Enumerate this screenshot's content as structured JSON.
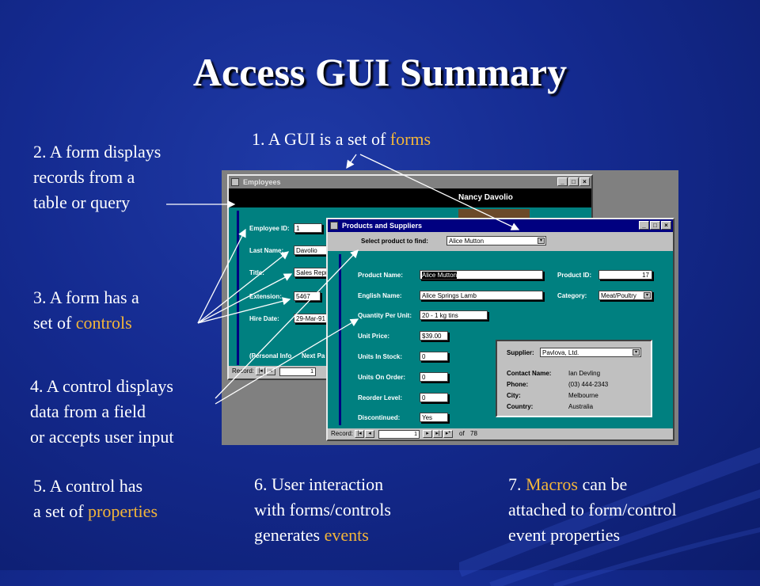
{
  "slide": {
    "title": "Access GUI Summary",
    "points": {
      "p1": {
        "text": "1. A GUI is a set of ",
        "accent": "forms"
      },
      "p2": {
        "line1": "2. A form displays",
        "line2": "records from a",
        "line3": "table or query"
      },
      "p3": {
        "line1": "3. A form has a",
        "line2": "set of ",
        "accent": "controls"
      },
      "p4": {
        "line1": "4. A control displays",
        "line2": "data from a field",
        "line3": "or accepts user input"
      },
      "p5": {
        "line1": "5. A control has",
        "line2": "a set of ",
        "accent": "properties"
      },
      "p6": {
        "line1": "6. User interaction",
        "line2": "with forms/controls",
        "line3": "generates ",
        "accent": "events"
      },
      "p7": {
        "line1_pre": "7. ",
        "line1_accent": "Macros",
        "line1_post": " can be",
        "line2": "attached to form/control",
        "line3": "event properties"
      }
    },
    "colors": {
      "accent": "#f2b53a",
      "background": "#142a8f",
      "form_teal": "#008080",
      "titlebar_active": "#000080"
    }
  },
  "employees_form": {
    "title": "Employees",
    "header_name": "Nancy Davolio",
    "fields": [
      {
        "label": "Employee ID:",
        "value": "1"
      },
      {
        "label": "Last Name:",
        "value": "Davolio"
      },
      {
        "label": "Title:",
        "value": "Sales Repre"
      },
      {
        "label": "Extension:",
        "value": "5467"
      },
      {
        "label": "Hire Date:",
        "value": "29-Mar-91"
      }
    ],
    "footer_text": "(Personal Info",
    "footer_btn": "Next Pa",
    "record_label": "Record:",
    "record_value": "1"
  },
  "products_form": {
    "title": "Products and Suppliers",
    "select_label": "Select product to find:",
    "select_value": "Alice Mutton",
    "fields": [
      {
        "label": "Product Name:",
        "value": "Alice Mutton"
      },
      {
        "label": "English Name:",
        "value": "Alice Springs Lamb"
      },
      {
        "label": "Quantity Per Unit:",
        "value": "20 - 1 kg tins"
      },
      {
        "label": "Unit Price:",
        "value": "$39.00"
      },
      {
        "label": "Units In Stock:",
        "value": "0"
      },
      {
        "label": "Units On Order:",
        "value": "0"
      },
      {
        "label": "Reorder Level:",
        "value": "0"
      },
      {
        "label": "Discontinued:",
        "value": "Yes"
      }
    ],
    "product_id_label": "Product ID:",
    "product_id_value": "17",
    "category_label": "Category:",
    "category_value": "Meat/Poultry",
    "supplier": {
      "label": "Supplier:",
      "value": "Pavlova, Ltd.",
      "rows": [
        {
          "label": "Contact Name:",
          "value": "Ian Devling"
        },
        {
          "label": "Phone:",
          "value": "(03) 444-2343"
        },
        {
          "label": "City:",
          "value": "Melbourne"
        },
        {
          "label": "Country:",
          "value": "Australia"
        }
      ]
    },
    "record_label": "Record:",
    "record_value": "1",
    "record_of": "of",
    "record_total": "78"
  },
  "icons": [
    "minimize-icon",
    "maximize-icon",
    "close-icon",
    "dropdown-arrow-icon",
    "first-record-icon",
    "prev-record-icon",
    "next-record-icon",
    "last-record-icon",
    "new-record-icon"
  ]
}
